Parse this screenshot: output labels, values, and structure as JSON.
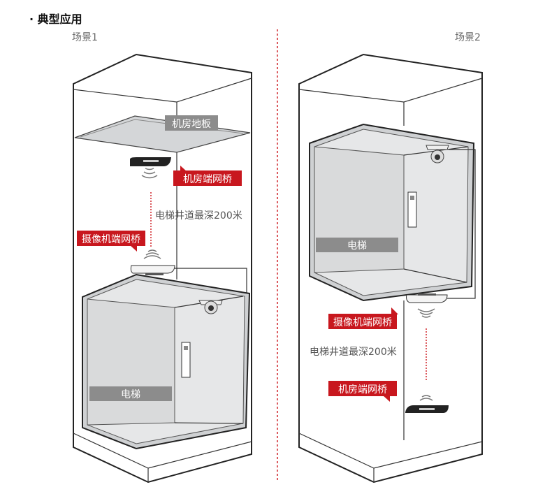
{
  "heading": "· 典型应用",
  "scenes": [
    {
      "title": "场景1",
      "floor_label": "机房地板",
      "room_bridge_label": "机房端网桥",
      "depth_label": "电梯井道最深200米",
      "camera_bridge_label": "摄像机端网桥",
      "car_label": "电梯"
    },
    {
      "title": "场景2",
      "car_label": "电梯",
      "camera_bridge_label": "摄像机端网桥",
      "depth_label": "电梯井道最深200米",
      "room_bridge_label": "机房端网桥"
    }
  ],
  "colors": {
    "accent_red": "#c8171e",
    "label_gray": "#8c8c8c",
    "divider": "#d0262c"
  }
}
